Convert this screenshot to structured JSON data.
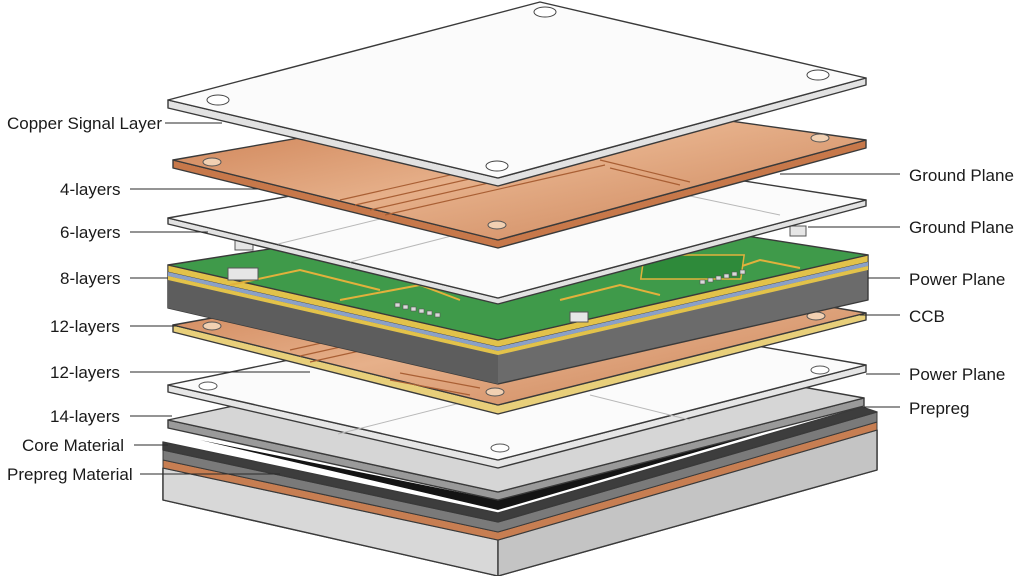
{
  "labels_left": [
    "Copper Signal Layer",
    "4-layers",
    "6-layers",
    "8-layers",
    "12-layers",
    "12-layers",
    "14-layers",
    "Core Material",
    "Prepreg Material"
  ],
  "labels_right": [
    "Ground Plane",
    "Ground Plane",
    "Power Plane",
    "CCB",
    "Power Plane",
    "Prepreg"
  ],
  "colors": {
    "copper": "#d68a5c",
    "copper_light": "#e8b48e",
    "copper_dark": "#b06a3e",
    "fr4_white": "#fbfbfb",
    "pcb_green": "#3f9a4a",
    "pcb_trace": "#e2b13c",
    "core_gray": "#6e6e6e",
    "prepreg_gray": "#cfcfcf",
    "dielectric_black": "#151515"
  }
}
